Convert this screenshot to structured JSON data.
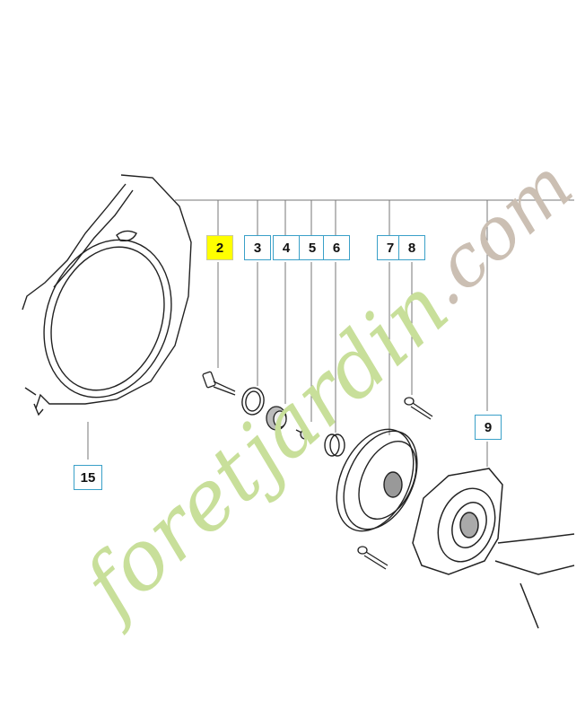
{
  "callouts": [
    {
      "label": "2",
      "highlighted": true
    },
    {
      "label": "3"
    },
    {
      "label": "4"
    },
    {
      "label": "5"
    },
    {
      "label": "6"
    },
    {
      "label": "7"
    },
    {
      "label": "8"
    },
    {
      "label": "9"
    },
    {
      "label": "15"
    }
  ],
  "watermark": {
    "text": "foretjardin.com",
    "colors": {
      "f": "#c8df9a",
      "o": "#c8df9a",
      "r": "#c8df9a",
      "e": "#c8df9a",
      "t": "#f5c9a6",
      "jardin": "#c8df9a",
      "com": "#cbbfb3"
    }
  },
  "colors": {
    "callout_border": "#3aa0c8",
    "highlight": "#ffff00",
    "line": "#555555"
  }
}
